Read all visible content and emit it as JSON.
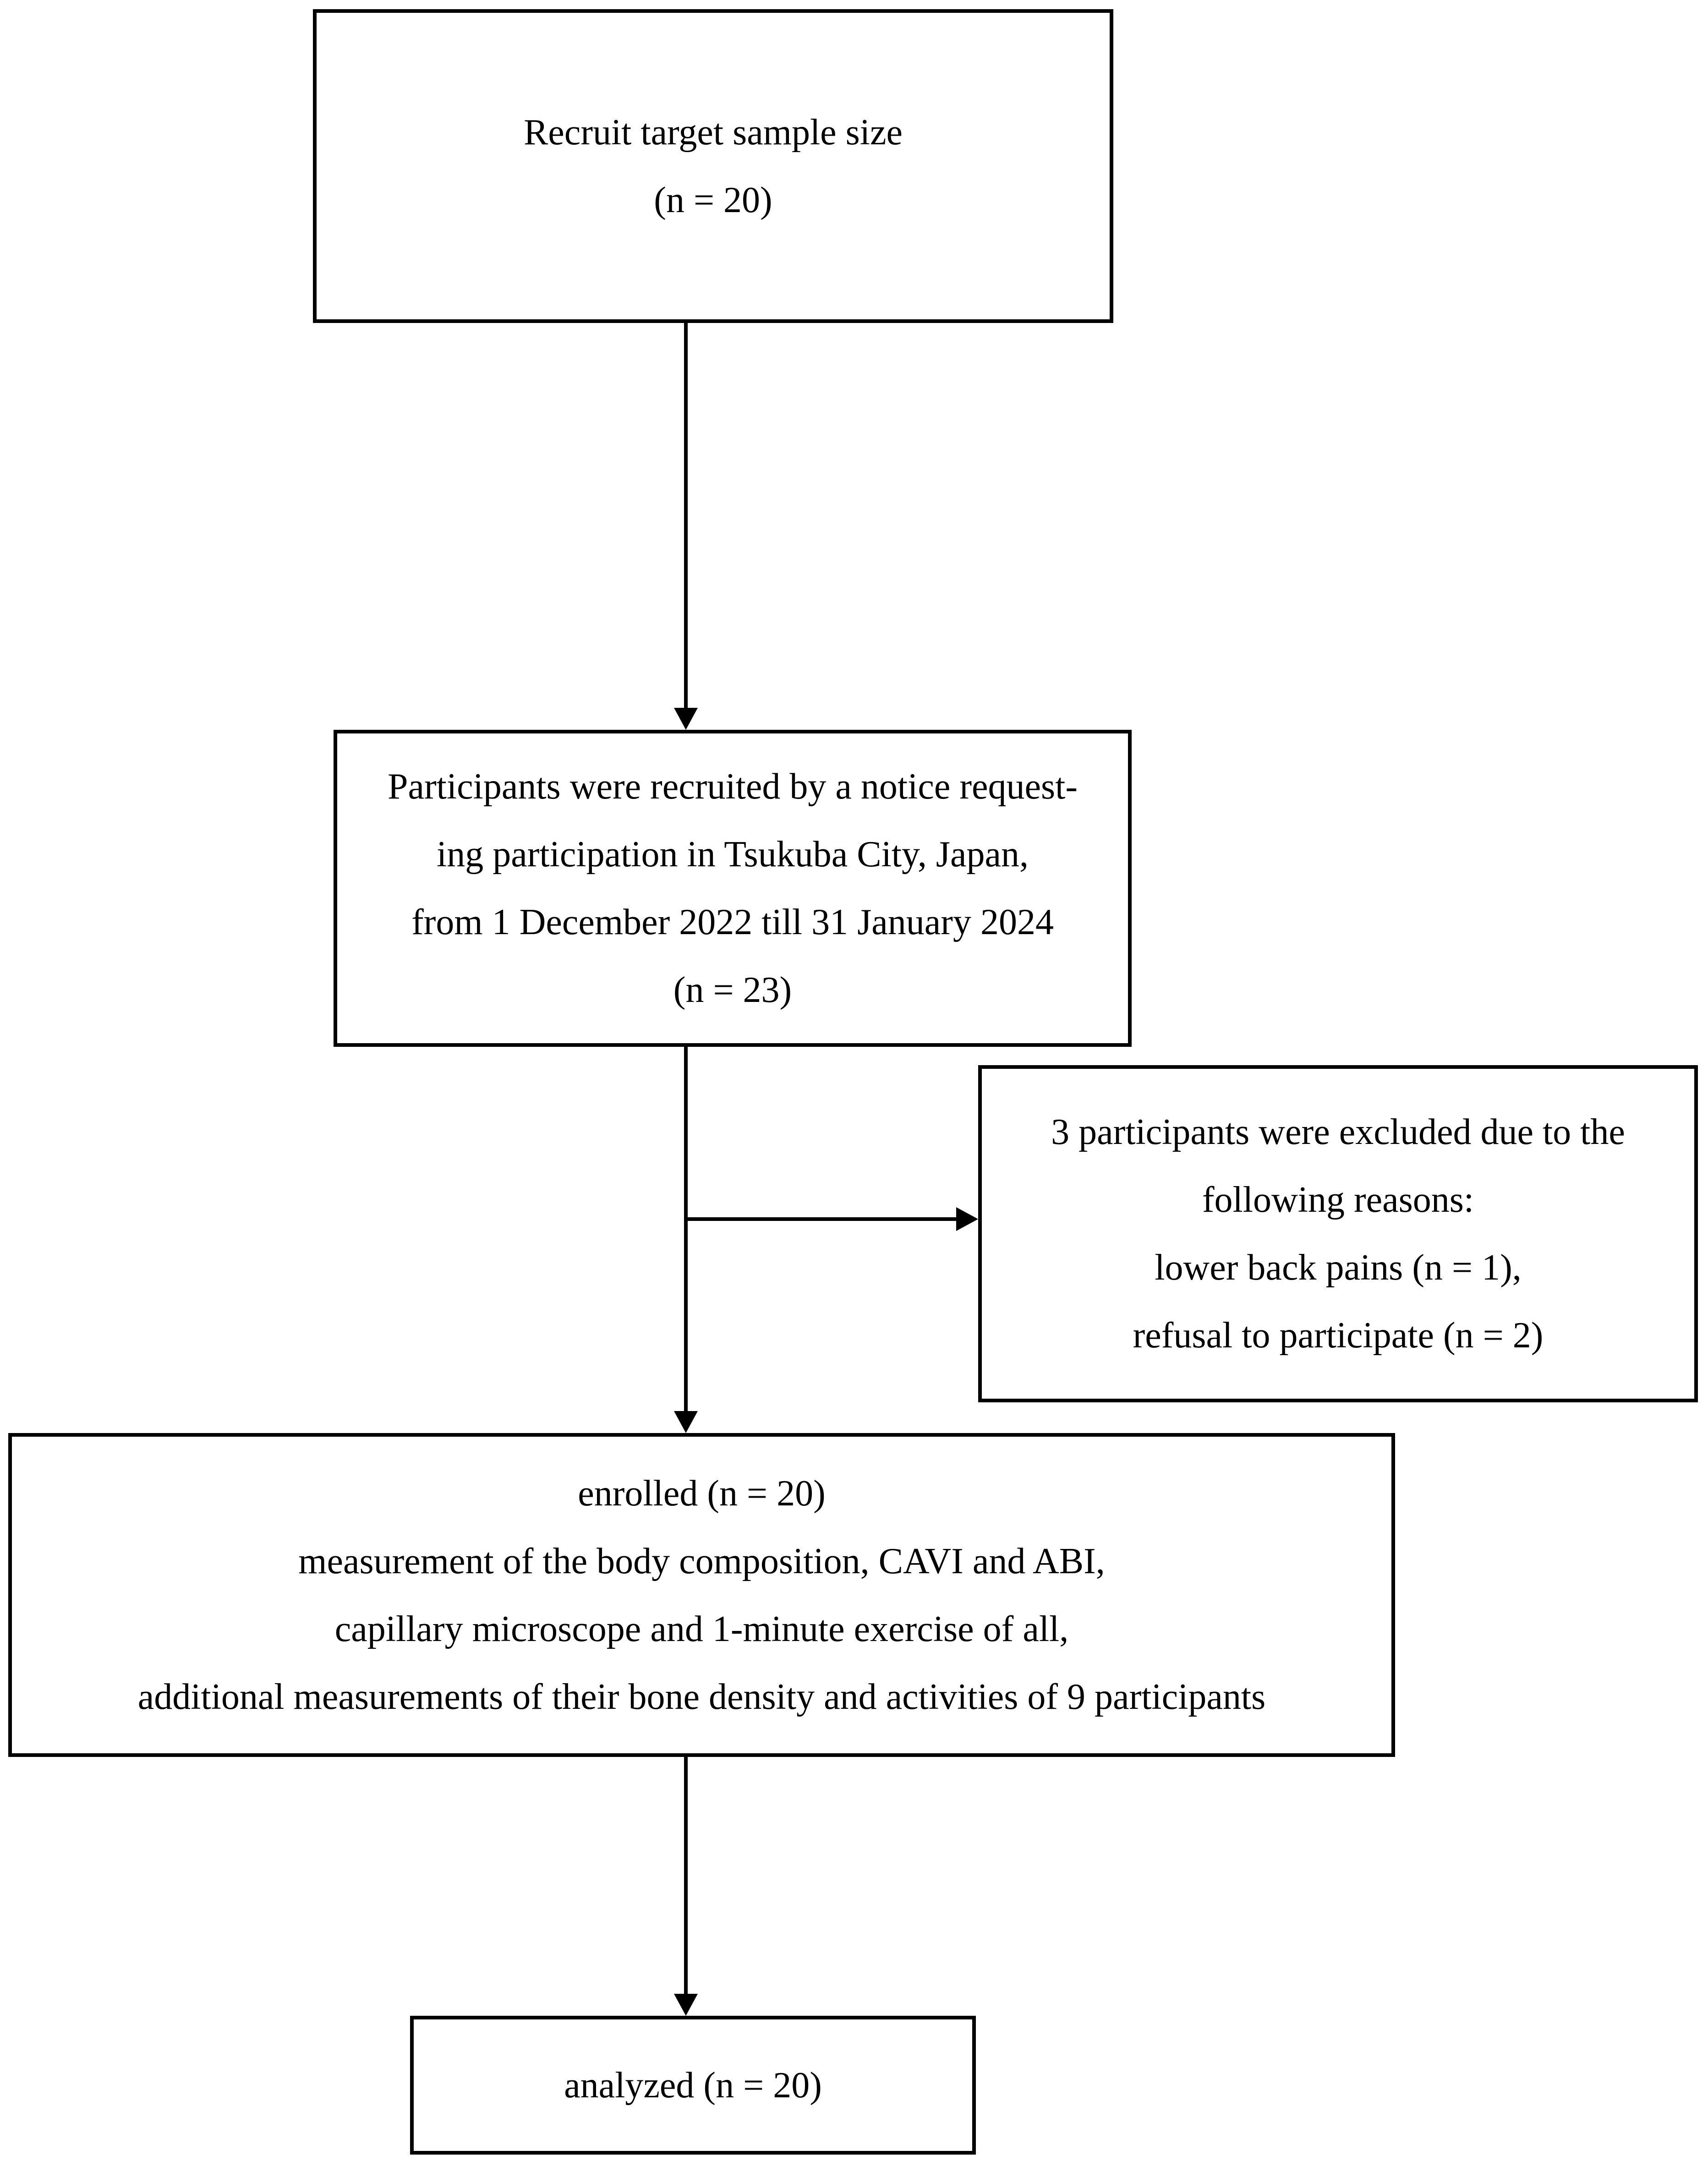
{
  "flowchart": {
    "type": "participant-flow-diagram",
    "colors": {
      "background": "#ffffff",
      "border": "#000000",
      "text": "#000000",
      "arrow": "#000000"
    },
    "boxes": {
      "recruit": {
        "lines": [
          "Recruit target sample size",
          "(n = 20)"
        ]
      },
      "recruited": {
        "lines": [
          "Participants were recruited by a notice request-",
          "ing participation in Tsukuba City, Japan,",
          "from 1 December 2022 till 31 January 2024",
          "(n = 23)"
        ]
      },
      "excluded": {
        "lines": [
          "3 participants were excluded due to the",
          "following reasons:",
          "lower back pains (n = 1),",
          "refusal to participate (n = 2)"
        ]
      },
      "enrolled": {
        "lines": [
          "enrolled (n = 20)",
          "measurement of the body composition, CAVI and ABI,",
          "capillary microscope and 1-minute exercise of all,",
          "additional measurements of their bone density and activities of 9 participants"
        ]
      },
      "analyzed": {
        "lines": [
          "analyzed (n = 20)"
        ]
      }
    },
    "edges": [
      {
        "from": "recruit",
        "to": "recruited",
        "direction": "down"
      },
      {
        "from": "recruited",
        "to": "excluded",
        "direction": "right"
      },
      {
        "from": "recruited",
        "to": "enrolled",
        "direction": "down"
      },
      {
        "from": "enrolled",
        "to": "analyzed",
        "direction": "down"
      }
    ]
  }
}
